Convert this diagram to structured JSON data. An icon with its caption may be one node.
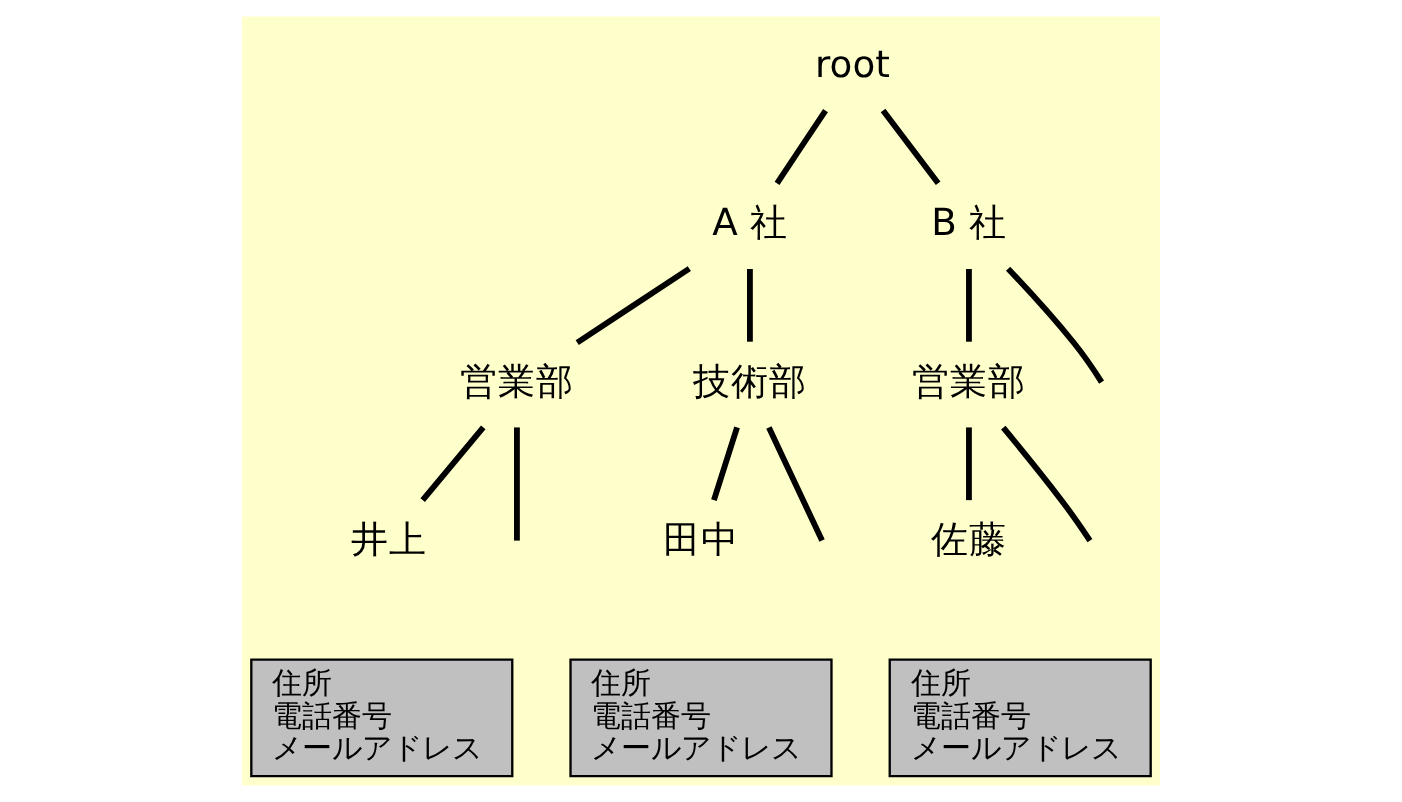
{
  "diagram": {
    "nodes": [
      {
        "text": [
          "root"
        ]
      },
      {
        "text": [
          "A 社"
        ]
      },
      {
        "text": [
          "B 社"
        ]
      },
      {
        "text": [
          "営業部"
        ]
      },
      {
        "text": [
          "技術部"
        ]
      },
      {
        "text": [
          "営業部"
        ]
      },
      {
        "text": [
          "井上"
        ]
      },
      {
        "text": [
          "田中"
        ]
      },
      {
        "text": [
          "佐藤"
        ]
      },
      {
        "text": [
          "住所",
          "電話番号",
          "メールアドレス"
        ]
      },
      {
        "text": [
          "住所",
          "電話番号",
          "メールアドレス"
        ]
      },
      {
        "text": [
          "住所",
          "電話番号",
          "メールアドレス"
        ]
      }
    ],
    "edges": [
      {
        "from": 0,
        "to": 1,
        "arrow": "none"
      },
      {
        "from": 0,
        "to": 2,
        "arrow": "none"
      },
      {
        "from": 1,
        "to": 3,
        "arrow": "none"
      },
      {
        "from": 1,
        "to": 4,
        "arrow": "none"
      },
      {
        "from": 2,
        "to": null,
        "arrow": "none"
      },
      {
        "from": 2,
        "to": 5,
        "arrow": "none"
      },
      {
        "from": 3,
        "to": null,
        "arrow": "none"
      },
      {
        "from": 3,
        "to": 6,
        "arrow": "none"
      },
      {
        "from": 4,
        "to": null,
        "arrow": "none"
      },
      {
        "from": 4,
        "to": 7,
        "arrow": "none"
      },
      {
        "from": 5,
        "to": null,
        "arrow": "none"
      },
      {
        "from": 5,
        "to": 8,
        "arrow": "none"
      }
    ]
  }
}
